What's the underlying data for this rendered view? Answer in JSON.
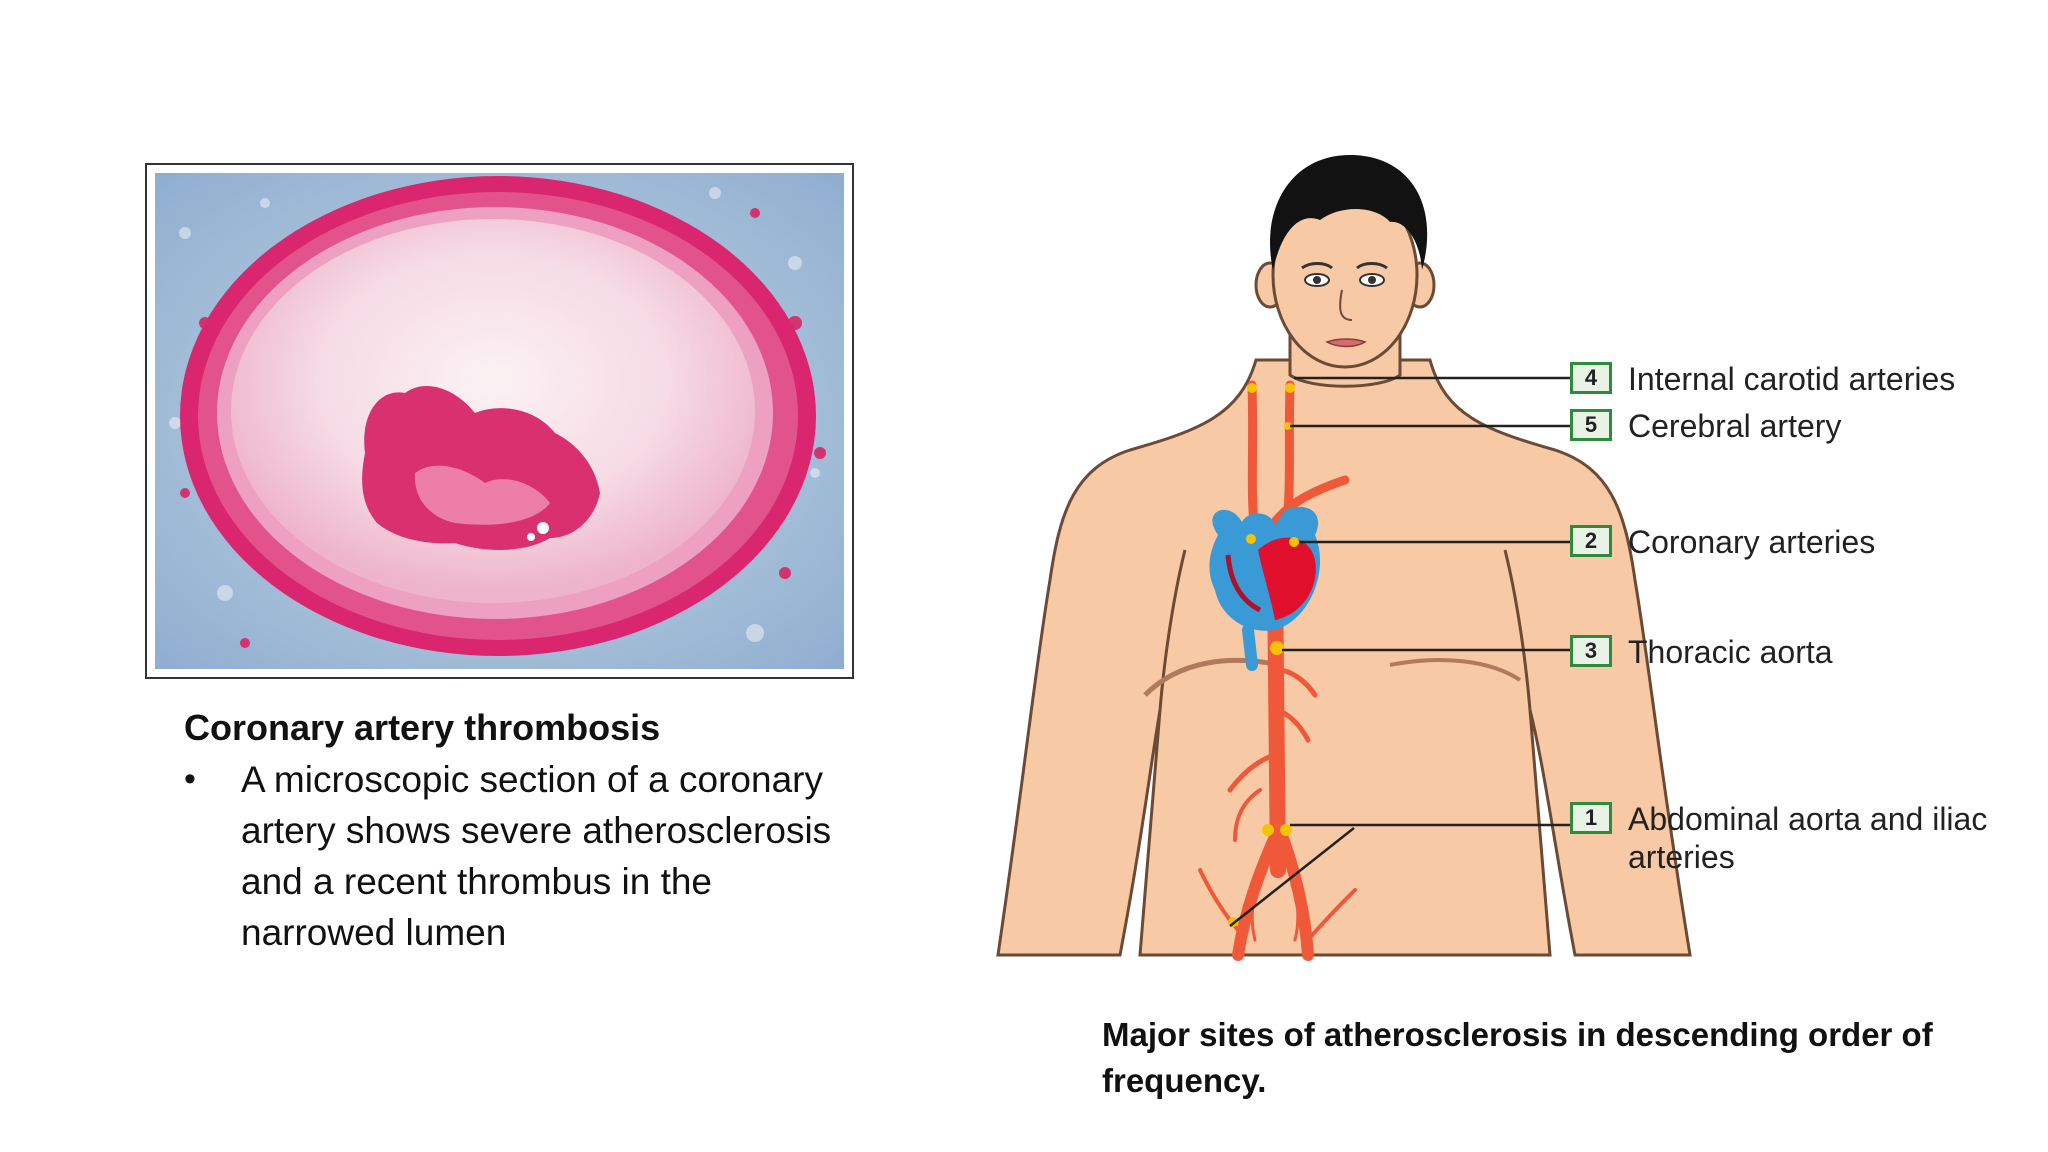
{
  "left": {
    "heading": "Coronary artery thrombosis",
    "bullet": "A microscopic section of a coronary artery shows severe atherosclerosis and a recent thrombus in the narrowed lumen"
  },
  "right": {
    "sites": [
      {
        "number": "4",
        "label": "Internal carotid arteries"
      },
      {
        "number": "5",
        "label": "Cerebral artery"
      },
      {
        "number": "2",
        "label": "Coronary arteries"
      },
      {
        "number": "3",
        "label": "Thoracic aorta"
      },
      {
        "number": "1",
        "label": "Abdominal aorta and iliac arteries"
      }
    ],
    "caption": "Major sites of atherosclerosis in descending order of frequency."
  },
  "colors": {
    "skin": "#f7c9a4",
    "artery": "#f0583a",
    "plaque": "#f5c400",
    "heart_red": "#e0102c",
    "heart_blue": "#3a9ad6",
    "hair": "#121212",
    "label_box_border": "#2e8b3e",
    "tissue_pink": "#de2f78",
    "tissue_blue": "#9ab6cf"
  }
}
